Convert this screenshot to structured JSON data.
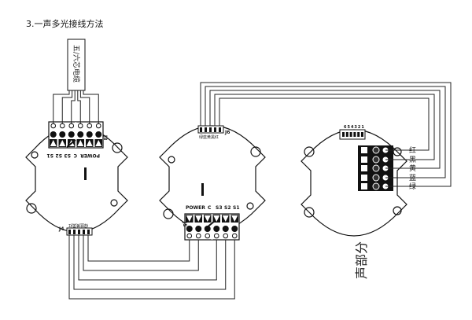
{
  "title": "3.一声多光接线方法",
  "cable_label": "五/六芯电缆",
  "left_board": {
    "terminal_labels": [
      "POWER",
      "C",
      "S3",
      "S2",
      "S1"
    ],
    "terminal_id": "J3",
    "connector_id": "J4",
    "connector_colors": "绿蓝黄黑红"
  },
  "middle_board": {
    "terminal_labels": [
      "POWER",
      "C",
      "S3",
      "S2",
      "S1"
    ],
    "terminal_id": "J5",
    "connector_id": "J6",
    "connector_colors": "绿蓝黄黑红"
  },
  "right_board": {
    "label": "声部分",
    "dip_numbers": "654321",
    "wire_labels": [
      "红",
      "黑",
      "黄",
      "蓝",
      "绿"
    ]
  }
}
